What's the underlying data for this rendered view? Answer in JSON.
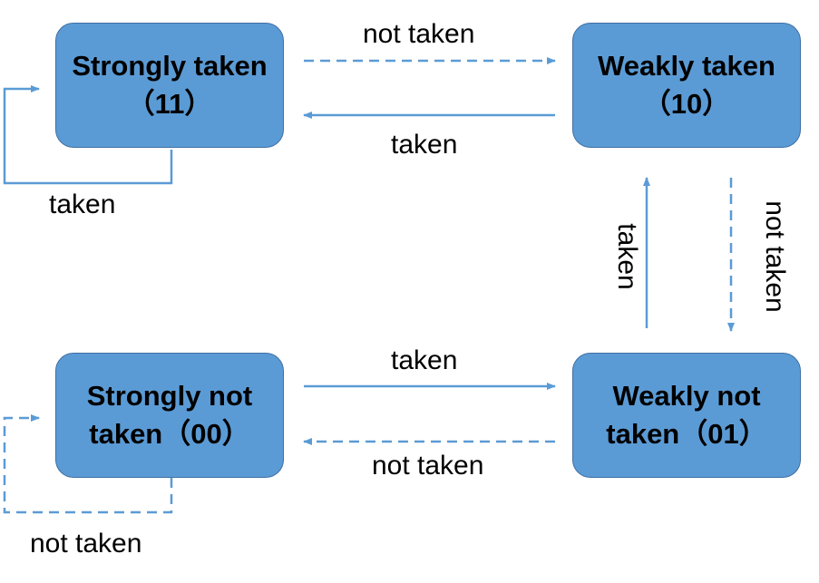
{
  "colors": {
    "box_fill": "#5b9bd5",
    "box_border": "#3f6fa3",
    "arrow": "#5b9bd5"
  },
  "states": {
    "s11": {
      "line1": "Strongly taken",
      "line2": "（11）"
    },
    "s10": {
      "line1": "Weakly taken",
      "line2": "（10）"
    },
    "s00": {
      "line1": "Strongly not",
      "line2": "taken（00）"
    },
    "s01": {
      "line1": "Weakly not",
      "line2": "taken（01）"
    }
  },
  "transitions": {
    "s11_to_s10": "not taken",
    "s10_to_s11": "taken",
    "s11_self": "taken",
    "s01_to_s10": "taken",
    "s10_to_s01": "not taken",
    "s00_to_s01": "taken",
    "s01_to_s00": "not taken",
    "s00_self": "not taken"
  }
}
